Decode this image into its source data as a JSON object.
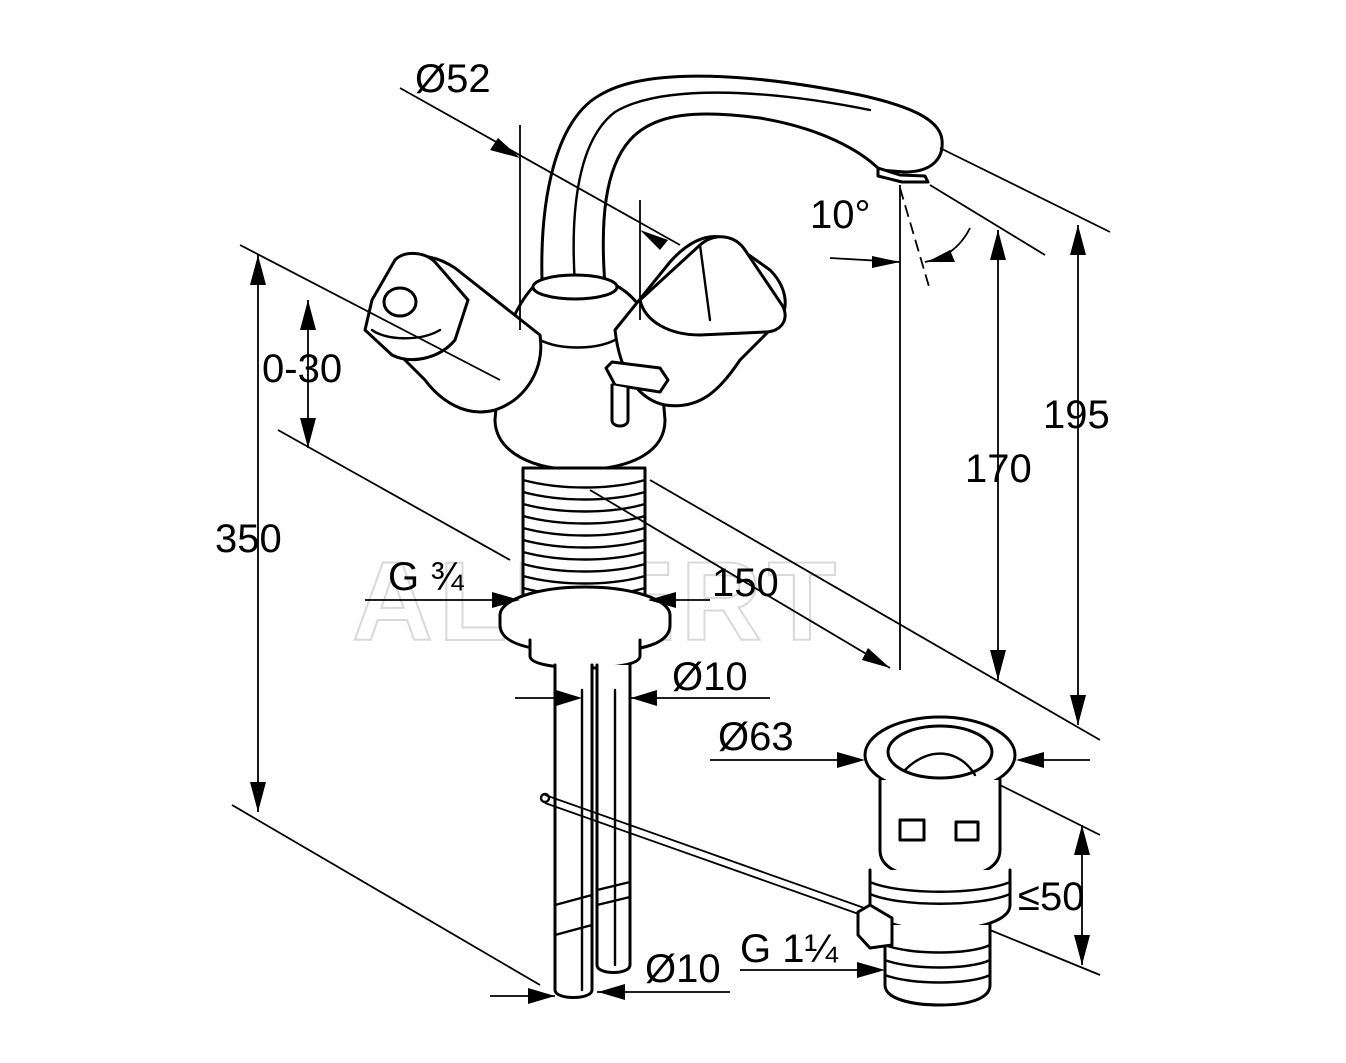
{
  "drawing": {
    "watermark": "ALBERT",
    "dimensions": {
      "spout_diameter": "Ø52",
      "spout_angle": "10°",
      "lever_travel": "0-30",
      "total_height": "350",
      "spout_height_outlet": "170",
      "spout_height_top": "195",
      "thread_connection": "G ¾",
      "spout_reach": "150",
      "supply_pipe_diameter_top": "Ø10",
      "supply_pipe_diameter_bottom": "Ø10",
      "waste_diameter": "Ø63",
      "waste_height": "≤50",
      "waste_thread": "G 1¼"
    }
  }
}
